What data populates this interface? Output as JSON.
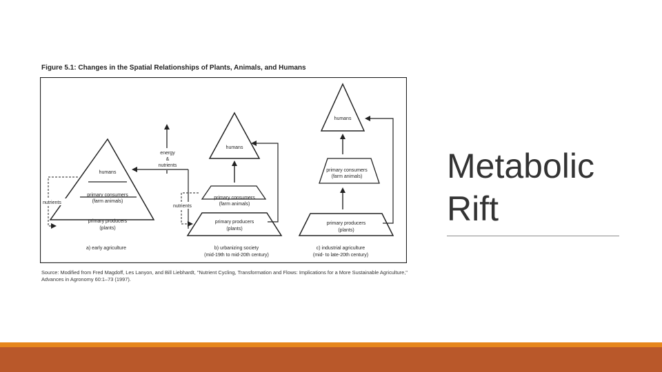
{
  "figure": {
    "title": "Figure 5.1: Changes in the Spatial Relationships of Plants, Animals, and Humans",
    "labels": {
      "humans": "humans",
      "primary_consumers": "primary consumers",
      "farm_animals": "(farm animals)",
      "primary_producers": "primary producers",
      "plants": "(plants)",
      "nutrients": "nutrients",
      "energy": "energy",
      "ampersand": "&",
      "energy_nutrients": "nutrients"
    },
    "panels": [
      {
        "caption": "a) early agriculture"
      },
      {
        "caption": "b) urbanizing society",
        "subcaption": "(mid-19th to mid-20th century)"
      },
      {
        "caption": "c) industrial agriculture",
        "subcaption": "(mid- to late-20th century)"
      }
    ],
    "source": "Source: Modified from Fred Magdoff, Les Lanyon, and Bill Liebhardt, \"Nutrient Cycling, Transformation and Flows: Implications for a More Sustainable Agriculture,\" Advances in Agronomy 60:1–73 (1997)."
  },
  "slide": {
    "title_line1": "Metabolic",
    "title_line2": "Rift"
  },
  "colors": {
    "accent_orange": "#e6861c",
    "accent_rust": "#b9582a"
  }
}
